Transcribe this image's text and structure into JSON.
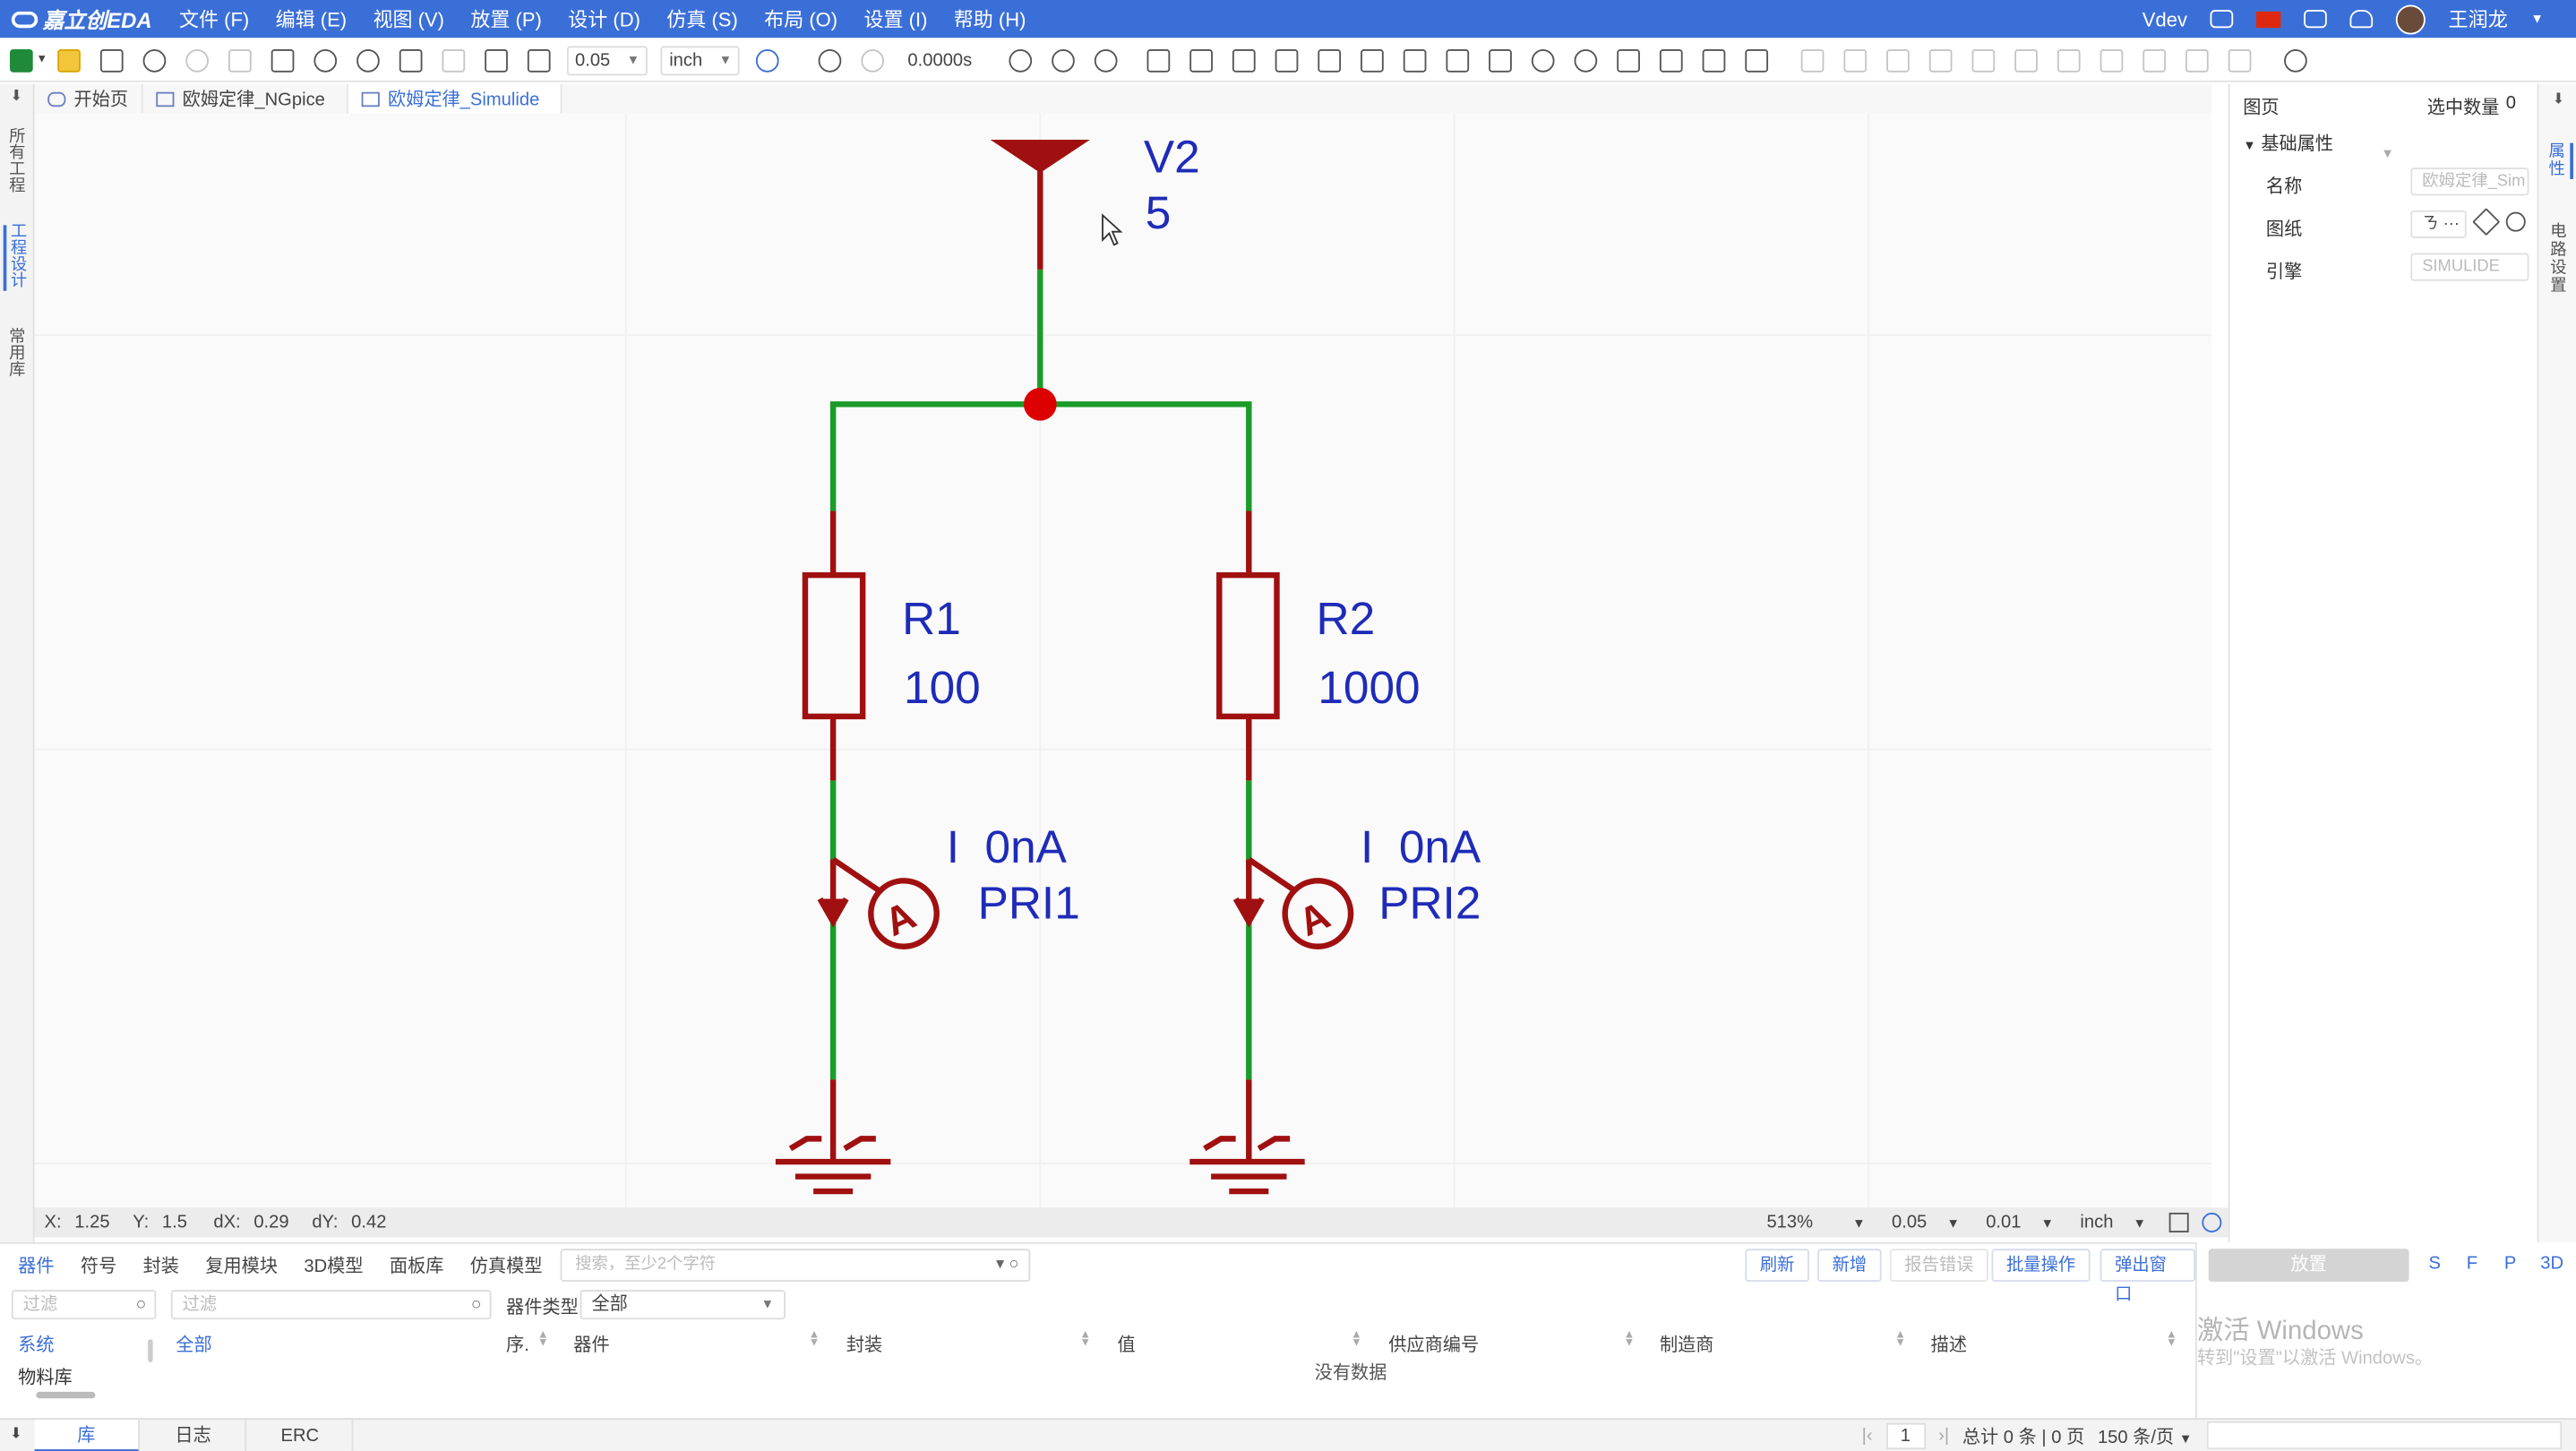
{
  "app": {
    "logo_text": "嘉立创EDA",
    "menu": [
      "文件 (F)",
      "编辑 (E)",
      "视图 (V)",
      "放置 (P)",
      "设计 (D)",
      "仿真 (S)",
      "布局 (O)",
      "设置 (I)",
      "帮助 (H)"
    ],
    "edition": "Vdev",
    "user_name": "王润龙"
  },
  "toolbar": {
    "grid_value": "0.05",
    "unit": "inch",
    "sim_time": "0.0000s"
  },
  "left_tabs": [
    "所有工程",
    "工程设计",
    "常用库"
  ],
  "doc_tabs": [
    {
      "label": "开始页"
    },
    {
      "label": "欧姆定律_NGpice"
    },
    {
      "label": "欧姆定律_Simulide"
    }
  ],
  "schematic": {
    "source": {
      "name": "V2",
      "value": "5"
    },
    "resistors": [
      {
        "name": "R1",
        "value": "100"
      },
      {
        "name": "R2",
        "value": "1000"
      }
    ],
    "probes": [
      {
        "reading": "I  0nA",
        "name": "PRI1"
      },
      {
        "reading": "I  0nA",
        "name": "PRI2"
      }
    ],
    "colors": {
      "wire": "#1a9b2a",
      "symbol": "#a01010",
      "label": "#1f2bb8",
      "junction": "#dd0000"
    }
  },
  "status": {
    "x_label": "X:",
    "x": "1.25",
    "y_label": "Y:",
    "y": "1.5",
    "dx_label": "dX:",
    "dx": "0.29",
    "dy_label": "dY:",
    "dy": "0.42",
    "zoom": "513%",
    "grid": "0.05",
    "snap": "0.01",
    "unit": "inch"
  },
  "properties": {
    "header": "图页",
    "selected_label": "选中数量",
    "selected_count": "0",
    "group": "基础属性",
    "rows": [
      {
        "label": "名称",
        "value": "欧姆定律_Sim"
      },
      {
        "label": "图纸",
        "value": "ㄋ ···"
      },
      {
        "label": "引擎",
        "value": "SIMULIDE"
      }
    ]
  },
  "right_tabs": [
    "属性",
    "电路设置"
  ],
  "library": {
    "tabs": [
      "器件",
      "符号",
      "封装",
      "复用模块",
      "3D模型",
      "面板库",
      "仿真模型"
    ],
    "search_placeholder": "搜索，至少2个字符",
    "buttons": [
      "刷新",
      "新增",
      "报告错误",
      "批量操作",
      "弹出窗口"
    ],
    "filter_placeholder": "过滤",
    "filter2_placeholder": "过滤",
    "type_label": "器件类型",
    "type_value": "全部",
    "tree": [
      "系统",
      "物料库"
    ],
    "all_label": "全部",
    "columns": [
      "序.",
      "器件",
      "封装",
      "值",
      "供应商编号",
      "制造商",
      "描述"
    ],
    "empty_text": "没有数据"
  },
  "place_panel": {
    "button": "放置",
    "links": [
      "S",
      "F",
      "P",
      "3D"
    ],
    "watermark_main": "激活 Windows",
    "watermark_sub": "转到\"设置\"以激活 Windows。"
  },
  "bottom_tabs": [
    "库",
    "日志",
    "ERC"
  ],
  "pager": {
    "page": "1",
    "total": "总计 0 条 | 0 页",
    "per_page": "150 条/页"
  }
}
